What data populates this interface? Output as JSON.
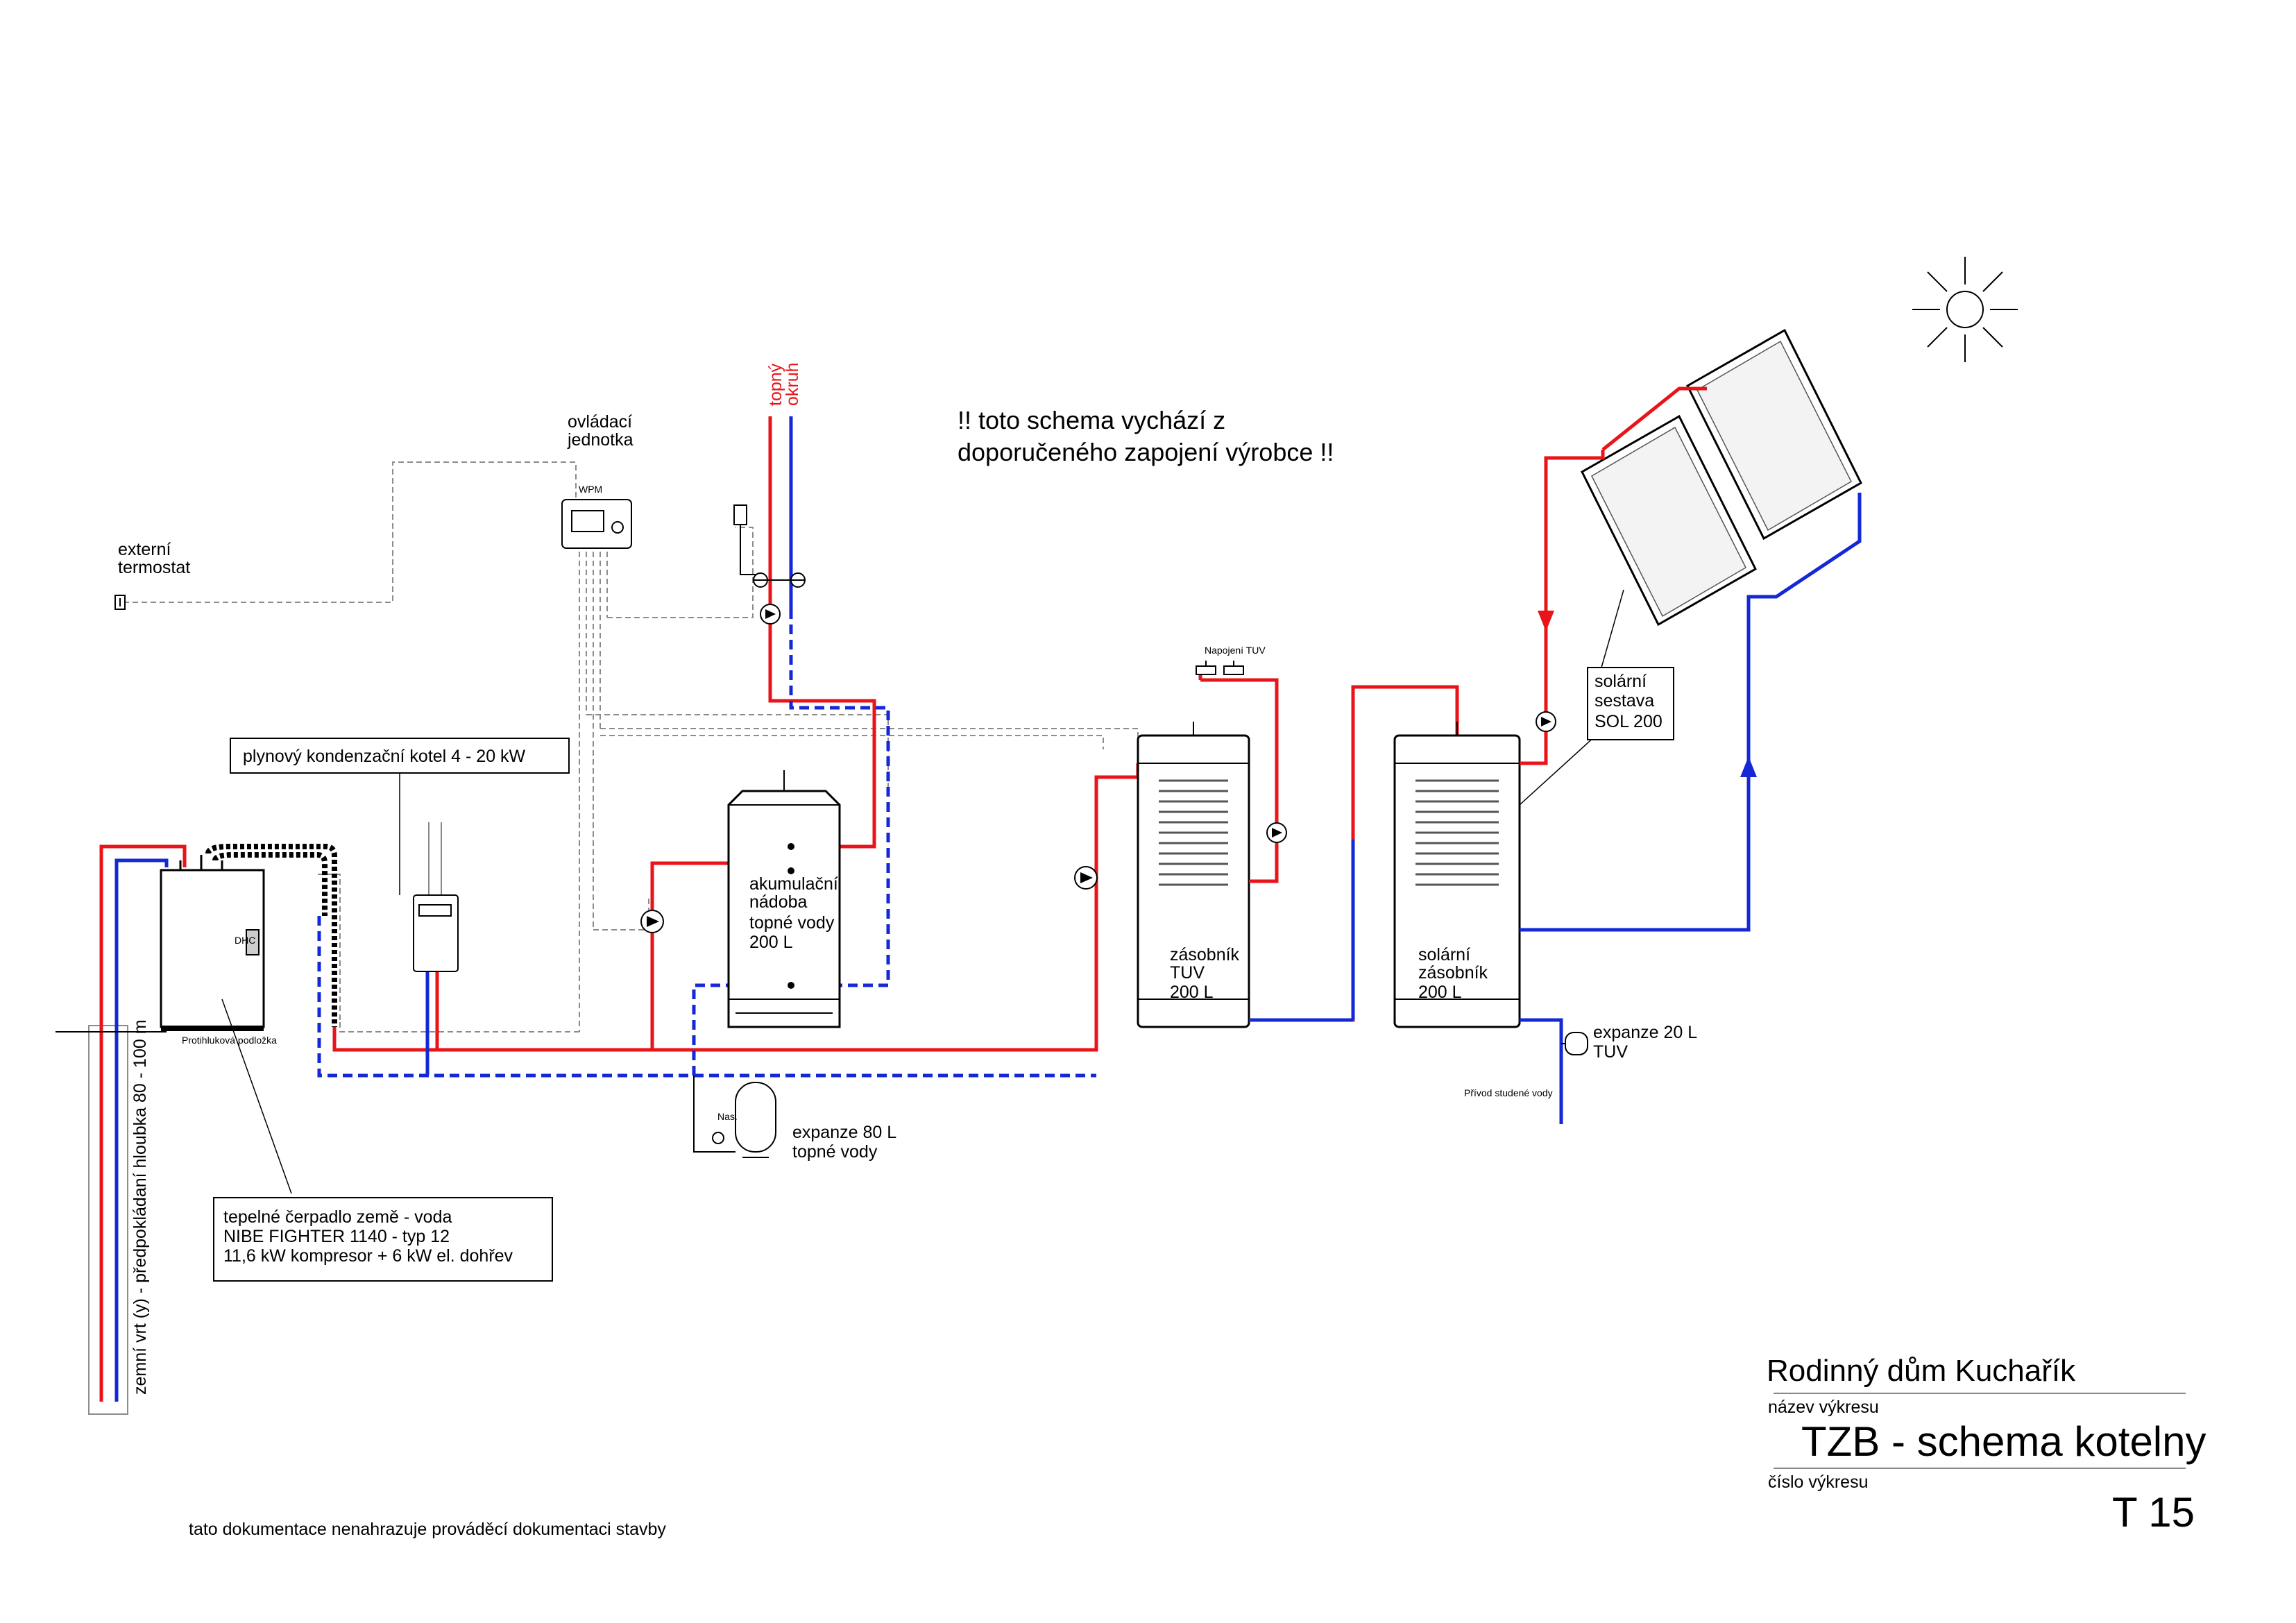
{
  "labels": {
    "ovladaci": "ovládací",
    "jednotka": "jednotka",
    "wpm": "WPM",
    "externi": "externí",
    "termostat": "termostat",
    "topny": "topný",
    "okruh": "okruh",
    "note_1": "!! toto schema vychází z",
    "note_2": "doporučeného zapojení výrobce !!",
    "kotel": "plynový kondenzační kotel 4 - 20 kW",
    "dhc": "DHC",
    "podlozka": "Protihluková podložka",
    "akum_1": "akumulační",
    "akum_2": "nádoba",
    "akum_3": "topné vody",
    "akum_4": "200 L",
    "napojeni": "Napojení TUV",
    "zas_1": "zásobník",
    "zas_2": "TUV",
    "zas_3": "200 L",
    "sol_1": "solární",
    "sol_2": "zásobník",
    "sol_3": "200 L",
    "sestava_1": "solární",
    "sestava_2": "sestava",
    "sestava_3": "SOL 200",
    "exp20_1": "expanze 20 L",
    "exp20_2": "TUV",
    "privod": "Přívod studené vody",
    "exp80_1": "expanze 80 L",
    "exp80_2": "topné vody",
    "nas": "Nas.",
    "cerpadlo_1": "tepelné čerpadlo země - voda",
    "cerpadlo_2": "NIBE FIGHTER 1140 - typ 12",
    "cerpadlo_3": "11,6 kW kompresor + 6 kW el. dohřev",
    "vrt": "zemní vrt (y) - předpokládaní hloubka 80 - 100 m",
    "disclaimer": "tato dokumentace nenahrazuje prováděcí dokumentaci stavby"
  },
  "title_block": {
    "project": "Rodinný dům Kuchařík",
    "name_caption": "název výkresu",
    "drawing_name": "TZB - schema kotelny",
    "number_caption": "číslo výkresu",
    "drawing_number": "T 15"
  },
  "colors": {
    "supply": "#e8141a",
    "return": "#1428d6",
    "control": "#8c8c8c"
  }
}
